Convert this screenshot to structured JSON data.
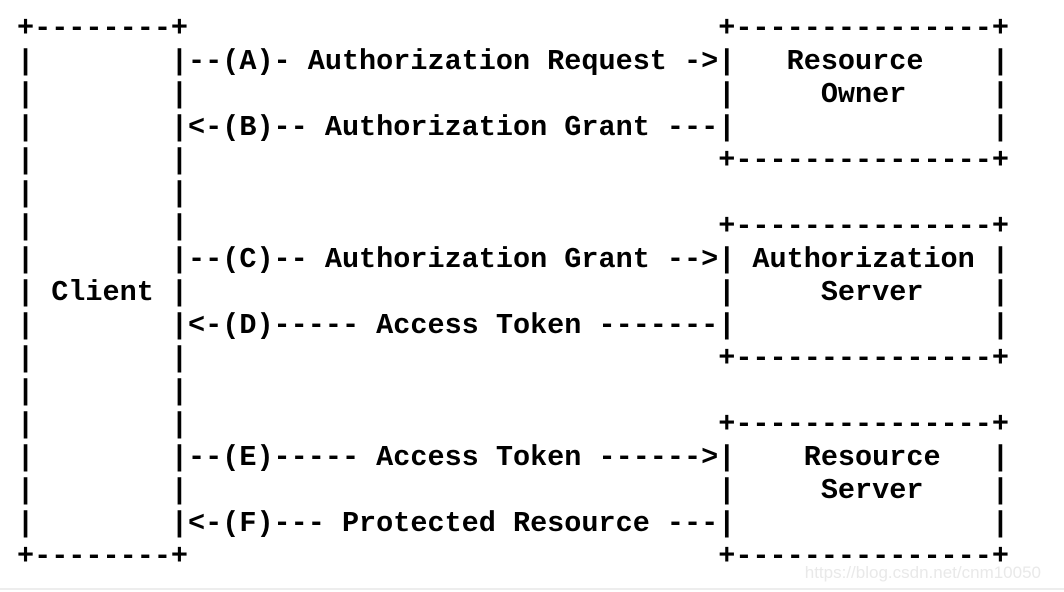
{
  "colors": {
    "ink": "#000000",
    "background": "#ffffff",
    "watermark": "#e9e9e9",
    "divider": "#ededed"
  },
  "diagram": {
    "ascii_lines": [
      "+--------+                               +---------------+",
      "|        |--(A)- Authorization Request ->|   Resource    |",
      "|        |                               |     Owner     |",
      "|        |<-(B)-- Authorization Grant ---|               |",
      "|        |                               +---------------+",
      "|        |",
      "|        |                               +---------------+",
      "|        |--(C)-- Authorization Grant -->| Authorization |",
      "| Client |                               |     Server    |",
      "|        |<-(D)----- Access Token -------|               |",
      "|        |                               +---------------+",
      "|        |",
      "|        |                               +---------------+",
      "|        |--(E)----- Access Token ------>|    Resource   |",
      "|        |                               |     Server    |",
      "|        |<-(F)--- Protected Resource ---|               |",
      "+--------+                               +---------------+"
    ],
    "entities": [
      {
        "id": "client",
        "label": "Client"
      },
      {
        "id": "resource-owner",
        "label": "Resource Owner"
      },
      {
        "id": "authorization-server",
        "label": "Authorization Server"
      },
      {
        "id": "resource-server",
        "label": "Resource Server"
      }
    ],
    "flows": [
      {
        "step": "A",
        "label": "Authorization Request",
        "from": "Client",
        "to": "Resource Owner"
      },
      {
        "step": "B",
        "label": "Authorization Grant",
        "from": "Resource Owner",
        "to": "Client"
      },
      {
        "step": "C",
        "label": "Authorization Grant",
        "from": "Client",
        "to": "Authorization Server"
      },
      {
        "step": "D",
        "label": "Access Token",
        "from": "Authorization Server",
        "to": "Client"
      },
      {
        "step": "E",
        "label": "Access Token",
        "from": "Client",
        "to": "Resource Server"
      },
      {
        "step": "F",
        "label": "Protected Resource",
        "from": "Resource Server",
        "to": "Client"
      }
    ]
  },
  "watermark": {
    "text": "https://blog.csdn.net/cnm10050"
  }
}
